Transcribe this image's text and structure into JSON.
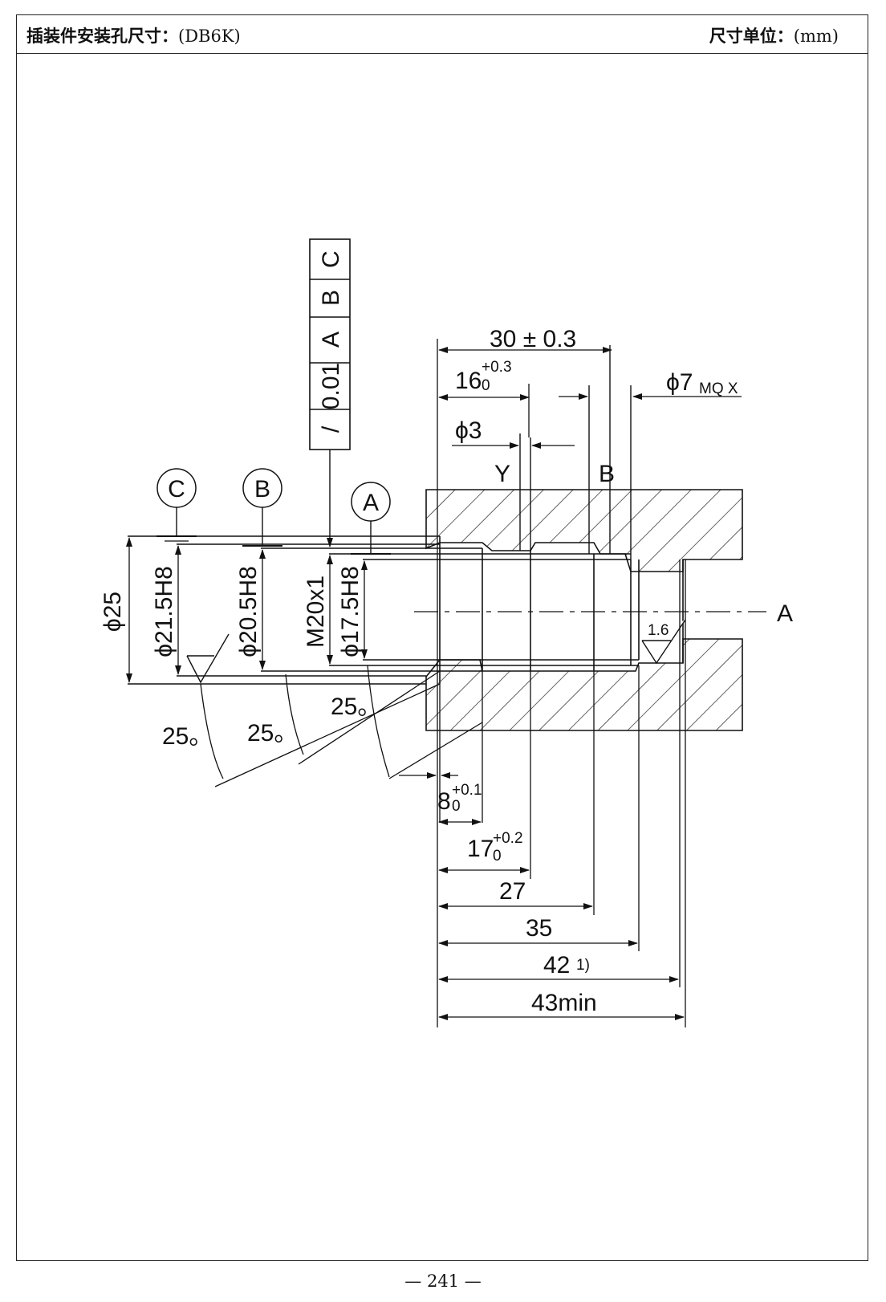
{
  "header": {
    "title": "插装件安装孔尺寸：",
    "title_value": "(DB6K)",
    "unit_label": "尺寸单位：",
    "unit_value": "(mm)"
  },
  "datums": {
    "c": "C",
    "b": "B",
    "a": "A"
  },
  "tolerance_frame": {
    "symbol": "/",
    "value": "0.01",
    "refs": [
      "A",
      "B",
      "C"
    ]
  },
  "labels": {
    "y_port": "Y",
    "b_port": "B",
    "axis": "A",
    "surface_roughness": "1.6",
    "angle_1": "25。",
    "angle_2": "25。",
    "angle_3": "25。"
  },
  "dimensions": {
    "d30": "30 ± 0.3",
    "d16": "16",
    "d16_upper": "+0.3",
    "d16_lower": "0",
    "phi7": "ϕ7",
    "phi7_suffix": "MQ X",
    "phi3": "ϕ3",
    "phi25": "ϕ25",
    "phi21_5": "ϕ21.5H8",
    "phi20_5": "ϕ20.5H8",
    "m20": "M20x1",
    "phi17_5": "ϕ17.5H8",
    "d8": "8",
    "d8_upper": "+0.1",
    "d8_lower": "0",
    "d17": "17",
    "d17_upper": "+0.2",
    "d17_lower": "0",
    "d27": "27",
    "d35": "35",
    "d42": "42",
    "d42_note": "1)",
    "d43": "43min"
  },
  "footer": {
    "page_number": "— 241 —"
  }
}
